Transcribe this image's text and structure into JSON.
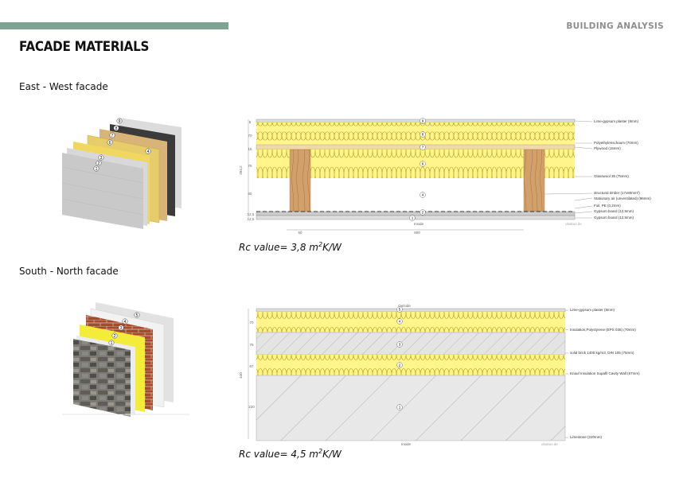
{
  "header": {
    "section_label": "BUILDING ANALYSIS"
  },
  "page": {
    "title": "FACADE MATERIALS"
  },
  "facade_1": {
    "heading": "East - West facade",
    "rc_prefix": "Rc value= 3,8 m",
    "rc_sup": "2",
    "rc_suffix": "K/W",
    "layers": [
      "Lime-gypsum plaster (8mm)",
      "Polyethylenschaum (70mm)",
      "Plywood (15mm)",
      "Glasswool 35 (75mm)",
      "structural timber (17x80mm²)",
      "Stationary air (unventilated) (96mm)",
      "Foil, PE (0,2mm)",
      "Gypsum board (12,5mm)",
      "Gypsum board (12,5mm)"
    ],
    "dims": [
      "5",
      "70",
      "15",
      "75",
      "60",
      "12,5",
      "12,5"
    ],
    "total_dim": "284,2",
    "bottom_dims": [
      "60",
      "800"
    ],
    "side_label": "Inside",
    "watermark": "ubakus.de",
    "markers": [
      "1",
      "2",
      "3",
      "4",
      "5",
      "6",
      "7",
      "8",
      "9"
    ]
  },
  "facade_2": {
    "heading": "South - North facade",
    "rc_prefix": "Rc value= 4,5 m",
    "rc_sup": "2",
    "rc_suffix": "K/W",
    "layers": [
      "Lime-gypsum plaster (8mm)",
      "Insulation,Polystyrene (EPS 035) (70mm)",
      "solid brick 1400 kg/m3, DIN 105 (75mm)",
      "Knauf Insulation Supafil Cavity Wall (67mm)",
      "Limestone (220mm)"
    ],
    "dims": [
      "70",
      "75",
      "67",
      "220"
    ],
    "total_dim": "440",
    "top_label": "Outside",
    "bottom_label": "Inside",
    "watermark": "ubakus.de",
    "markers": [
      "1",
      "2",
      "3",
      "4",
      "5"
    ]
  }
}
